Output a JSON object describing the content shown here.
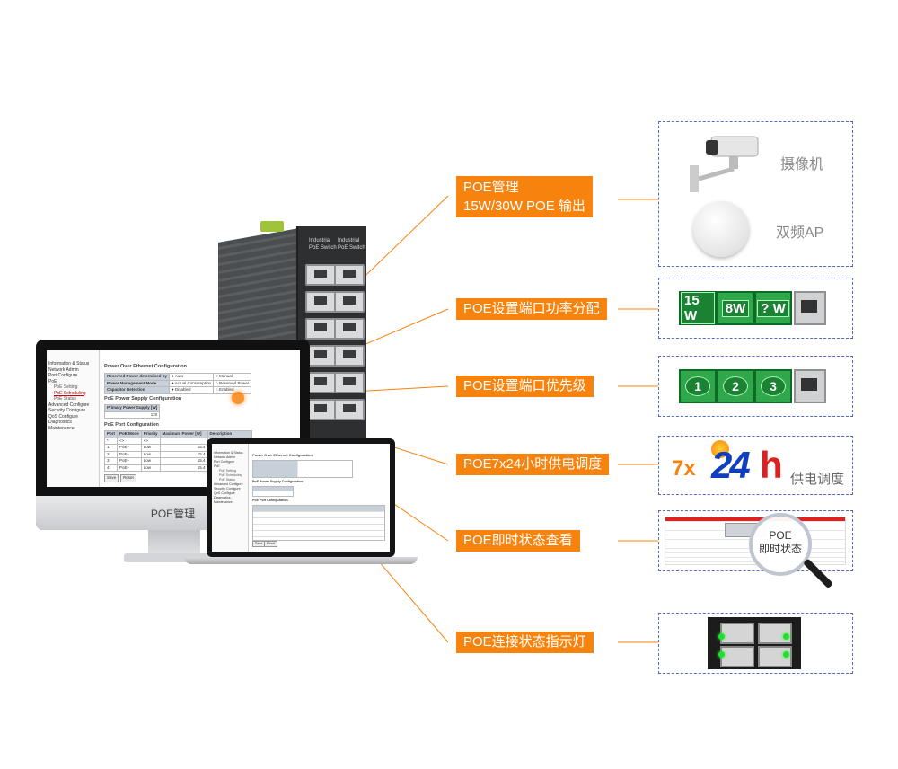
{
  "switch": {
    "label_left": "Industrial\nPoE Switch",
    "label_right": "Industrial\nPoE Switch"
  },
  "monitor": {
    "brand_label": "POE管理",
    "nav": [
      "Information & Status",
      "Network Admin",
      "Port Configure",
      "PoE",
      "PoE Setting",
      "PoE Scheduling",
      "PoE Status",
      "Advanced Configure",
      "Security Configure",
      "QoS Configure",
      "Diagnostics",
      "Maintenance"
    ],
    "title": "Power Over Ethernet Configuration",
    "settings": [
      {
        "label": "Reserved Power determined by",
        "opt1": "Auto",
        "opt2": "Manual"
      },
      {
        "label": "Power Management Mode",
        "opt1": "Actual Consumption",
        "opt2": "Reserved Power"
      },
      {
        "label": "Capacitor Detection",
        "opt1": "Disabled",
        "opt2": "Enabled"
      }
    ],
    "supply_title": "PoE Power Supply Configuration",
    "supply_header": "Primary Power Supply [W]",
    "supply_value": "120",
    "port_title": "PoE Port Configuration",
    "port_headers": [
      "Port",
      "PoE Mode",
      "Priority",
      "Maximum Power [W]",
      "Description"
    ],
    "ports": [
      {
        "port": "*",
        "mode": "<>",
        "priority": "<>"
      },
      {
        "port": "1",
        "mode": "PoE+",
        "priority": "Low",
        "power": "15.4"
      },
      {
        "port": "2",
        "mode": "PoE+",
        "priority": "Low",
        "power": "15.4"
      },
      {
        "port": "3",
        "mode": "PoE+",
        "priority": "Low",
        "power": "15.4"
      },
      {
        "port": "4",
        "mode": "PoE+",
        "priority": "Low",
        "power": "15.4"
      }
    ],
    "save": "Save",
    "reset": "Reset"
  },
  "callouts": {
    "c1_line1": "POE管理",
    "c1_line2": "15W/30W POE 输出",
    "c2": "POE设置端口功率分配",
    "c3": "POE设置端口优先级",
    "c4": "POE7x24小时供电调度",
    "c5": "POE即时状态查看",
    "c6": "POE连接状态指示灯"
  },
  "panels": {
    "camera_label": "摄像机",
    "ap_label": "双频AP",
    "power": [
      "15 W",
      "8W",
      "? W"
    ],
    "priority": [
      "1",
      "2",
      "3"
    ],
    "sched_7x": "7x",
    "sched_24": "24",
    "sched_h": "h",
    "sched_sub": "供电调度",
    "magnifier_line1": "POE",
    "magnifier_line2": "即时状态"
  },
  "colors": {
    "callout": "#f7830f",
    "panel_border": "#5569c9",
    "lcd_green": "#2ea84a"
  }
}
